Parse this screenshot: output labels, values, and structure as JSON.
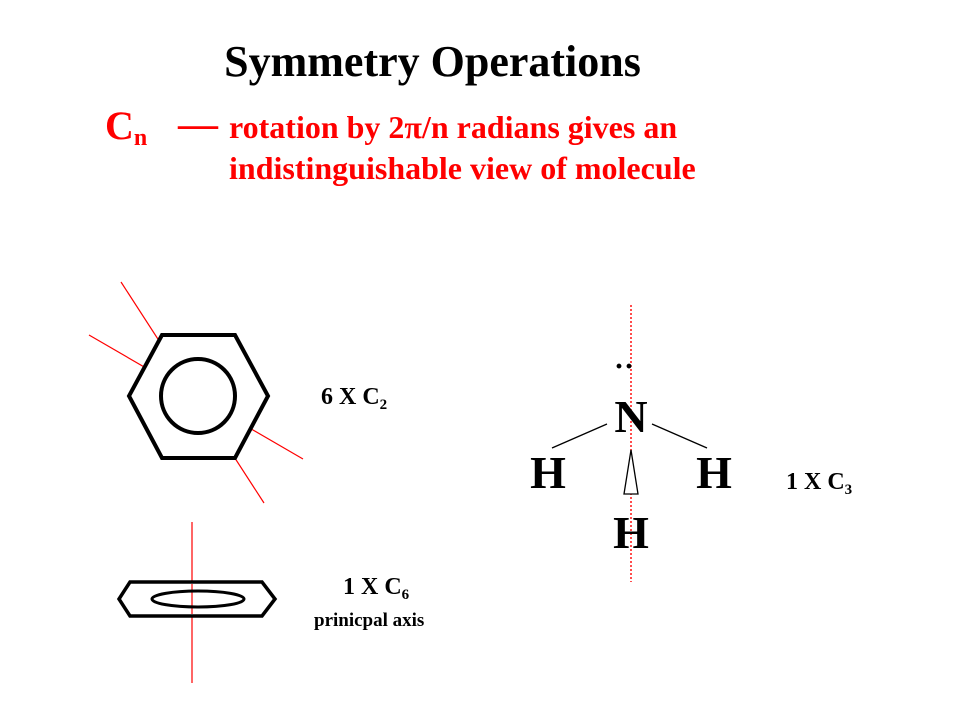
{
  "title": "Symmetry Operations",
  "definition": {
    "symbol": "C",
    "subscript": "n",
    "dash": "—",
    "line1": "rotation by 2π/n radians gives an",
    "line2": "indistinguishable view of molecule"
  },
  "benzene": {
    "label_prefix": "6 X C",
    "label_subscript": "2",
    "side_label_prefix": "1 X C",
    "side_label_subscript": "6",
    "side_caption": "prinicpal axis"
  },
  "ammonia": {
    "lone_pair": "··",
    "central_atom": "N",
    "left_atom": "H",
    "right_atom": "H",
    "bottom_atom": "H",
    "label_prefix": "1 X C",
    "label_subscript": "3"
  },
  "colors": {
    "accent": "#ff0000",
    "text": "#000000",
    "background": "#ffffff"
  }
}
